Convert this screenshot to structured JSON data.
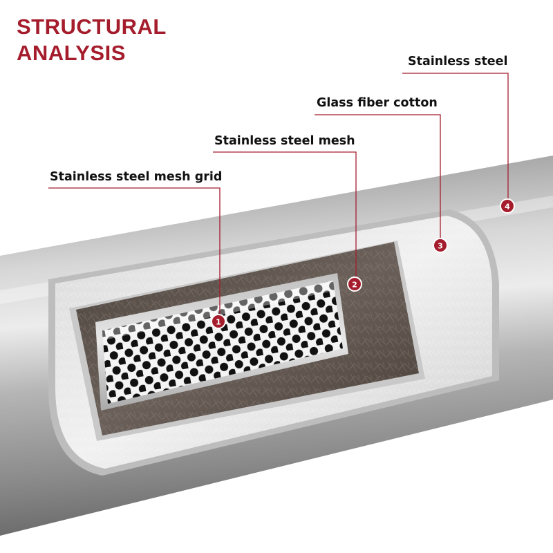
{
  "title": {
    "line1": "STRUCTURAL",
    "line2": "ANALYSIS"
  },
  "colors": {
    "accent": "#a51d2d",
    "pipe": "#8c8c8c",
    "mesh_fill": "#ffffff",
    "mesh_holes": "#111111",
    "fiber": "#5a5048"
  },
  "callouts": [
    {
      "number": "1",
      "label": "Stainless steel mesh grid"
    },
    {
      "number": "2",
      "label": "Stainless steel mesh"
    },
    {
      "number": "3",
      "label": "Glass fiber cotton"
    },
    {
      "number": "4",
      "label": "Stainless steel"
    }
  ]
}
